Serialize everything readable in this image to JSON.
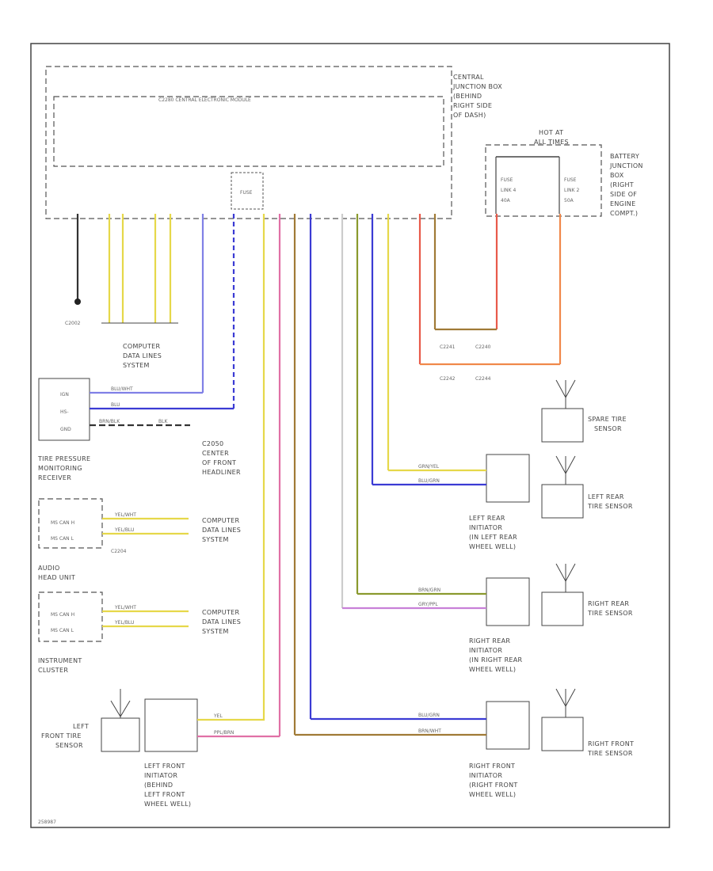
{
  "modules": {
    "cjb_label": [
      "CENTRAL",
      "JUNCTION BOX",
      "(BEHIND",
      "RIGHT SIDE",
      "OF DASH)"
    ],
    "bjb_label": [
      "BATTERY",
      "JUNCTION",
      "BOX",
      "(RIGHT",
      "SIDE OF",
      "ENGINE",
      "COMPT.)"
    ],
    "bjb_hot": [
      "HOT AT",
      "ALL TIMES"
    ],
    "fuse_link_a": [
      "FUSE",
      "LINK 4",
      "40A"
    ],
    "fuse_link_b": [
      "FUSE",
      "LINK 2",
      "50A"
    ],
    "fuse_label": "FUSE",
    "tpms": [
      "TIRE PRESSURE",
      "MONITORING",
      "RECEIVER"
    ],
    "tpms_pins": [
      "IGN",
      "HS-",
      "GND"
    ],
    "audio": [
      "AUDIO",
      "HEAD UNIT"
    ],
    "audio_pins": [
      "MS CAN H",
      "MS CAN L"
    ],
    "audio_conn": "C2204",
    "cluster": [
      "INSTRUMENT",
      "CLUSTER"
    ],
    "cluster_pins": [
      "MS CAN H",
      "MS CAN L"
    ]
  },
  "labels": {
    "cdl1": [
      "COMPUTER",
      "DATA LINES",
      "SYSTEM"
    ],
    "cdl2": [
      "COMPUTER",
      "DATA LINES",
      "SYSTEM"
    ],
    "cdl3": [
      "COMPUTER",
      "DATA LINES",
      "SYSTEM"
    ],
    "ground_top": "C2002",
    "ground_mid": [
      "C2050",
      "CENTER",
      "OF FRONT",
      "HEADLINER"
    ],
    "splices": [
      "C2241",
      "C2240",
      "C2242",
      "C2244"
    ],
    "footer": "258987"
  },
  "sensors": {
    "spare": [
      "SPARE TIRE",
      "SENSOR"
    ],
    "lr": [
      "LEFT REAR",
      "TIRE SENSOR"
    ],
    "rr": [
      "RIGHT REAR",
      "TIRE SENSOR"
    ],
    "rf": [
      "RIGHT FRONT",
      "TIRE SENSOR"
    ],
    "lf": [
      "LEFT",
      "FRONT TIRE",
      "SENSOR"
    ]
  },
  "initiators": {
    "lr": [
      "LEFT REAR",
      "INITIATOR",
      "(IN LEFT REAR",
      "WHEEL WELL)"
    ],
    "rr": [
      "RIGHT REAR",
      "INITIATOR",
      "(IN RIGHT REAR",
      "WHEEL WELL)"
    ],
    "rf": [
      "RIGHT FRONT",
      "INITIATOR",
      "(RIGHT FRONT",
      "WHEEL WELL)"
    ],
    "lf": [
      "LEFT FRONT",
      "INITIATOR",
      "(BEHIND",
      "LEFT FRONT",
      "WHEEL WELL)"
    ]
  },
  "wire_labels": {
    "lr1": "GRN/YEL",
    "lr2": "BLU/GRN",
    "rr1": "BRN/GRN",
    "rr2": "GRY/PPL",
    "rf1": "BLU/GRN",
    "rf2": "BRN/WHT",
    "lf1": "YEL",
    "lf2": "PPL/BRN",
    "tp1": "BLU/WHT",
    "tp2": "BLU",
    "tp3": "BRN/BLK",
    "tp4": "BLK",
    "au1": "YEL/WHT",
    "au2": "YEL/BLU",
    "ic1": "YEL/WHT",
    "ic2": "YEL/BLU"
  },
  "colors": {
    "blue": "#3b3bd4",
    "lightblue": "#8080e6",
    "yellow": "#e6d84a",
    "pink": "#e070a6",
    "brown": "#a07a36",
    "olive": "#8a9a2e",
    "violet": "#c880d8",
    "red": "#e85a4a",
    "orange": "#f0884a",
    "gray": "#999999",
    "white": "#cccccc"
  }
}
